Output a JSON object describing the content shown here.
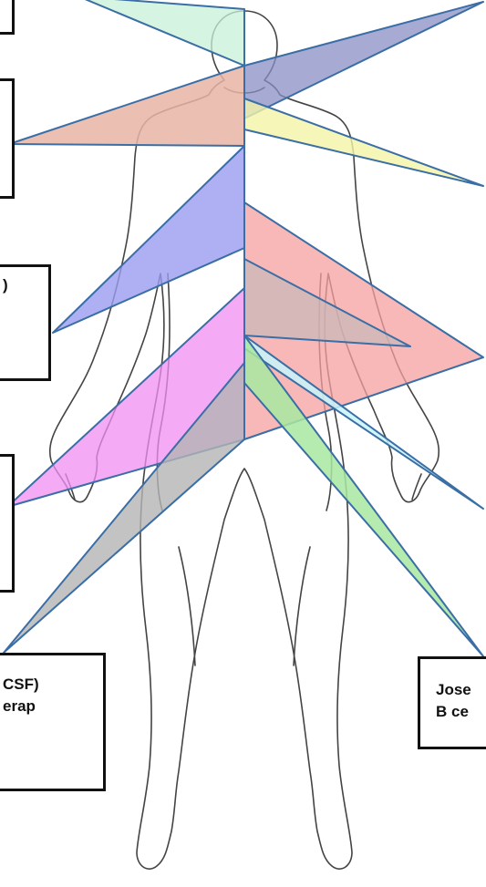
{
  "labels": {
    "left_top": "",
    "left_upper": "",
    "left_middle_line1": ")",
    "left_middle_line2": "",
    "left_lower": "",
    "bottom_left_line1": "CSF)",
    "bottom_left_line2": "erap",
    "bottom_right_line1": "Jose",
    "bottom_right_line2": "B ce"
  },
  "colors": {
    "outline_stroke": "#444444",
    "wedge_stroke": "#3a6ea5",
    "mint": "#c8f0d8",
    "peach": "#e8b4a4",
    "slate_blue": "#8a8fc4",
    "yellow": "#f4f4a8",
    "periwinkle": "#9a9cf0",
    "pink_red": "#f7a0a0",
    "magenta": "#f08ef0",
    "taupe": "#c9b8b8",
    "light_cyan": "#c8f4fa",
    "light_green": "#a8e8a0",
    "gray": "#b4b4b4",
    "box_border": "#111111"
  }
}
